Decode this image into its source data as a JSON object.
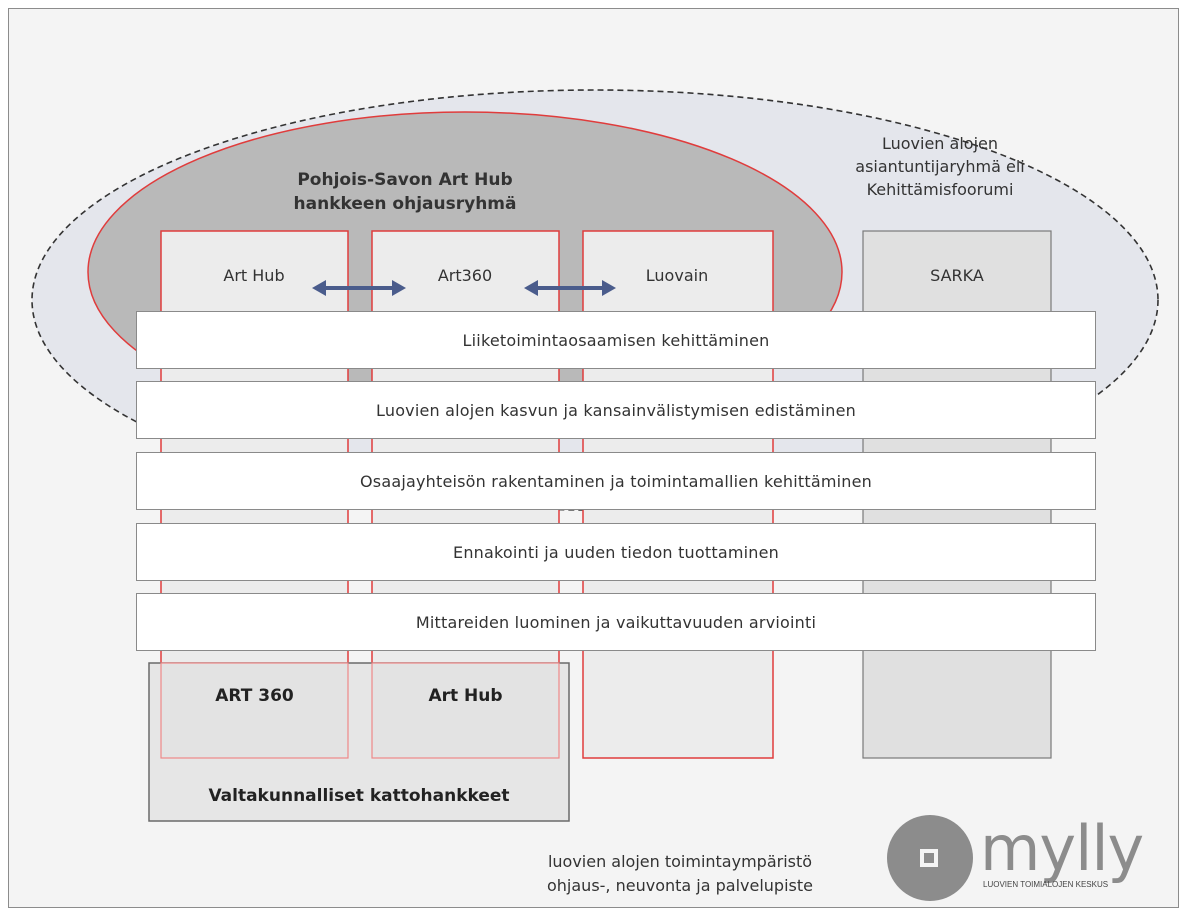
{
  "diagram": {
    "steering_group": {
      "title_line1": "Pohjois-Savon Art Hub",
      "title_line2": "hankkeen ohjausryhmä"
    },
    "forum": {
      "line1": "Luovien alojen",
      "line2": "asiantuntijaryhmä eli",
      "line3": "Kehittämisfoorumi"
    },
    "columns": [
      "Art Hub",
      "Art360",
      "Luovain",
      "SARKA"
    ],
    "bands": [
      "Liiketoimintaosaamisen kehittäminen",
      "Luovien alojen kasvun ja kansainvälistymisen edistäminen",
      "Osaajayhteisön rakentaminen ja toimintamallien kehittäminen",
      "Ennakointi ja uuden tiedon tuottaminen",
      "Mittareiden luominen ja vaikuttavuuden arviointi"
    ],
    "national": {
      "items": [
        "ART 360",
        "Art Hub"
      ],
      "caption": "Valtakunnalliset kattohankkeet"
    }
  },
  "footer": {
    "line1": "luovien alojen toimintaympäristö",
    "line2": "ohjaus-, neuvonta ja palvelupiste"
  },
  "logo": {
    "word": "mylly",
    "tagline": "LUOVIEN TOIMIALOJEN KESKUS"
  },
  "colors": {
    "red_outline": "#e03c3c",
    "arrow": "#4a5c8c",
    "ellipse_fill": "#e4e6ec",
    "steering_fill": "#b9b9b9",
    "column_fill": "#ececec"
  }
}
